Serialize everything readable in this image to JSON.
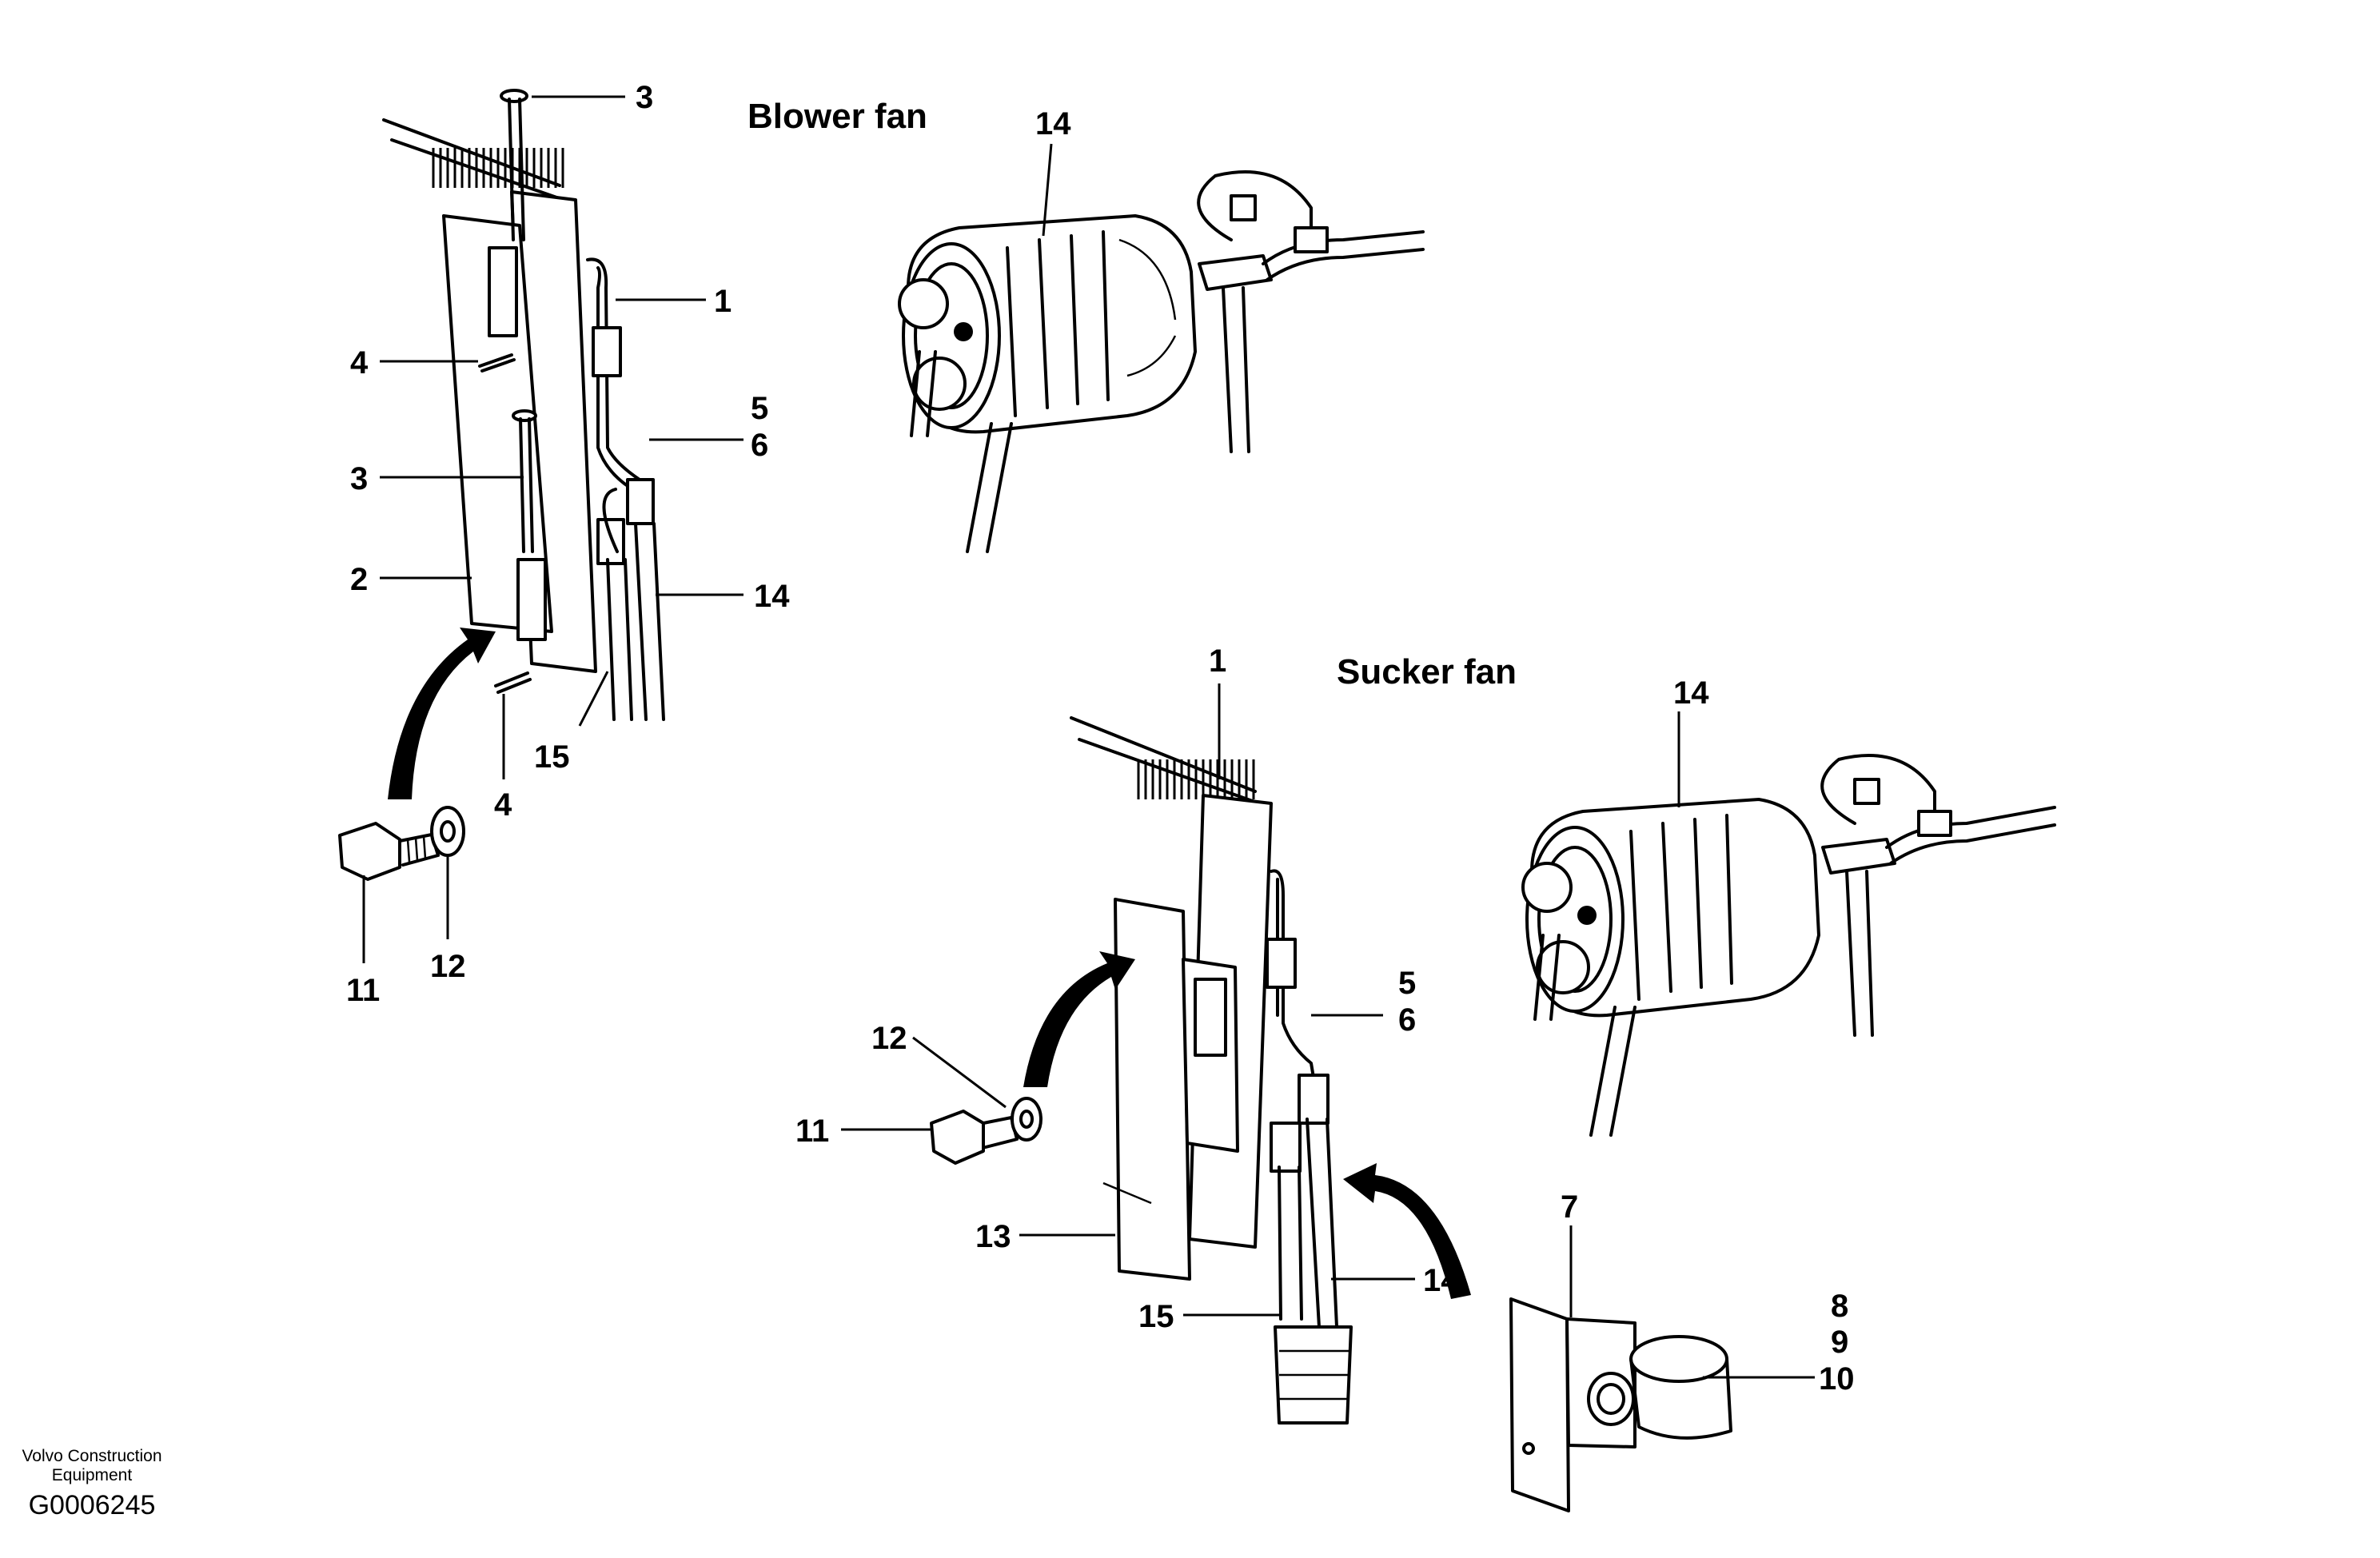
{
  "titles": {
    "blower": "Blower fan",
    "sucker": "Sucker fan"
  },
  "callouts": {
    "a3": "3",
    "a1": "1",
    "a4": "4",
    "a5": "5",
    "a6": "6",
    "a3b": "3",
    "a2": "2",
    "a14": "14",
    "a15": "15",
    "a4b": "4",
    "a11": "11",
    "a12": "12",
    "b14": "14",
    "c1": "1",
    "c14": "14",
    "d5": "5",
    "d6": "6",
    "d12": "12",
    "d11": "11",
    "d13": "13",
    "d14": "14",
    "d15": "15",
    "d7": "7",
    "d8": "8",
    "d9": "9",
    "d10": "10"
  },
  "footer": {
    "company_line1": "Volvo Construction",
    "company_line2": "Equipment",
    "code": "G0006245"
  }
}
